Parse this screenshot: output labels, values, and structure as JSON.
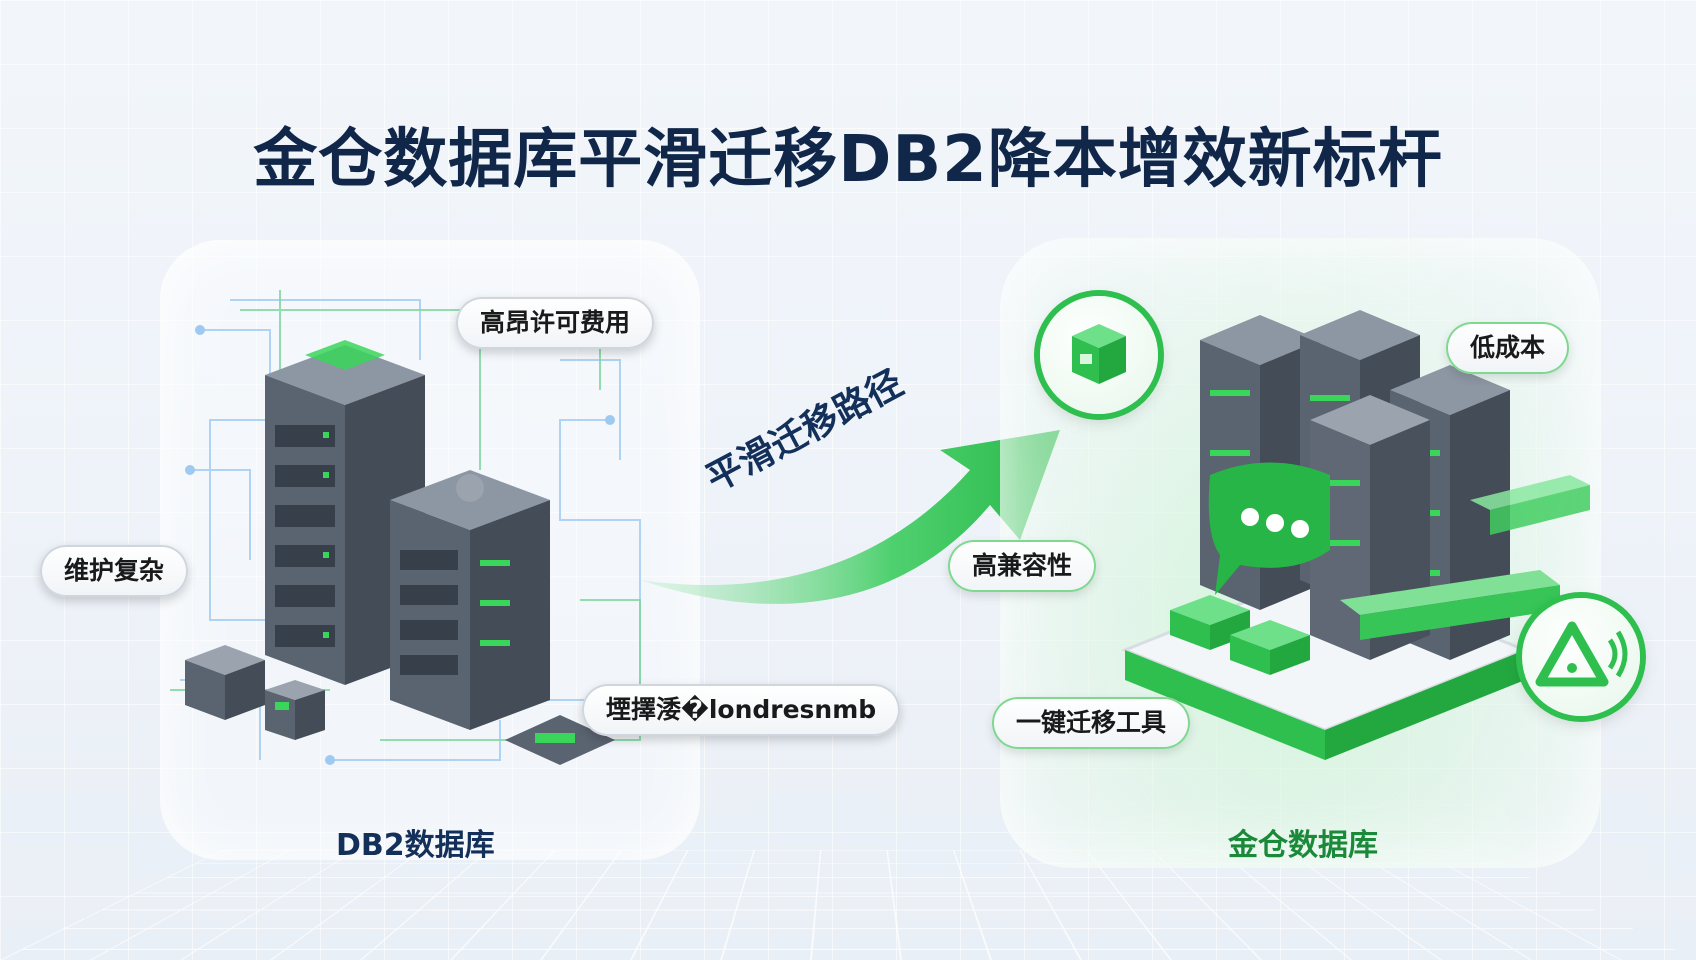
{
  "title": "金仓数据库平滑迁移DB2降本增效新标杆",
  "left": {
    "caption": "DB2数据库",
    "tags": {
      "license": "高昂许可费用",
      "maintenance": "维护复杂",
      "garbled": "堙擇涹�londresnmb"
    }
  },
  "arrow_label": "平滑迁移路径",
  "right": {
    "caption": "金仓数据库",
    "tags": {
      "low_cost": "低成本",
      "compat": "高兼容性",
      "tool": "一键迁移工具"
    }
  },
  "colors": {
    "title": "#10274a",
    "green": "#2fbf4f",
    "server": "#5a6370"
  },
  "icons": [
    "cube-icon",
    "chat-bubble-icon",
    "warning-signal-icon"
  ]
}
